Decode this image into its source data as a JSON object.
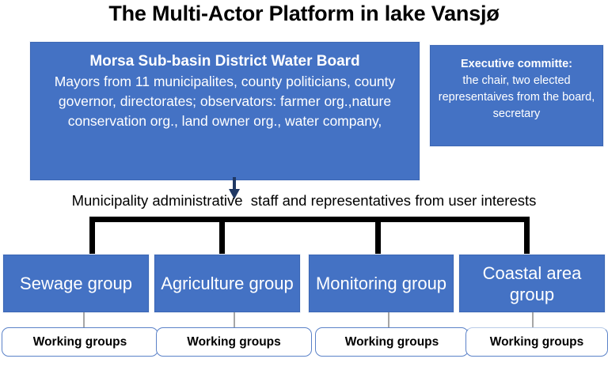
{
  "title": "The Multi-Actor Platform in lake Vansjø",
  "board": {
    "heading": "Morsa Sub-basin District Water Board",
    "body": "Mayors from 11 municipalites, county politicians, county governor, directorates; observators: farmer org.,nature conservation org., land owner org., water company,"
  },
  "executive": {
    "heading": "Executive committe:",
    "body": "the chair, two elected representaives from the board, secretary"
  },
  "middle_caption": "Municipality administrative  staff and representatives from user interests",
  "groups": [
    {
      "label": "Sewage group"
    },
    {
      "label": "Agriculture group"
    },
    {
      "label": "Monitoring group"
    },
    {
      "label": "Coastal area group"
    }
  ],
  "working_groups": [
    {
      "label": "Working groups"
    },
    {
      "label": "Working groups"
    },
    {
      "label": "Working groups"
    },
    {
      "label": "Working groups"
    }
  ],
  "colors": {
    "box_blue": "#4472C4",
    "box_blue_border": "#3b66b4",
    "connector_black": "#000000",
    "connector_gray": "#a6a6a6",
    "working_group_border": "#5b82c8",
    "text_white": "#ffffff",
    "text_black": "#000000",
    "background": "#ffffff"
  },
  "icons": {
    "board_arrow": "arrow-down-icon"
  }
}
